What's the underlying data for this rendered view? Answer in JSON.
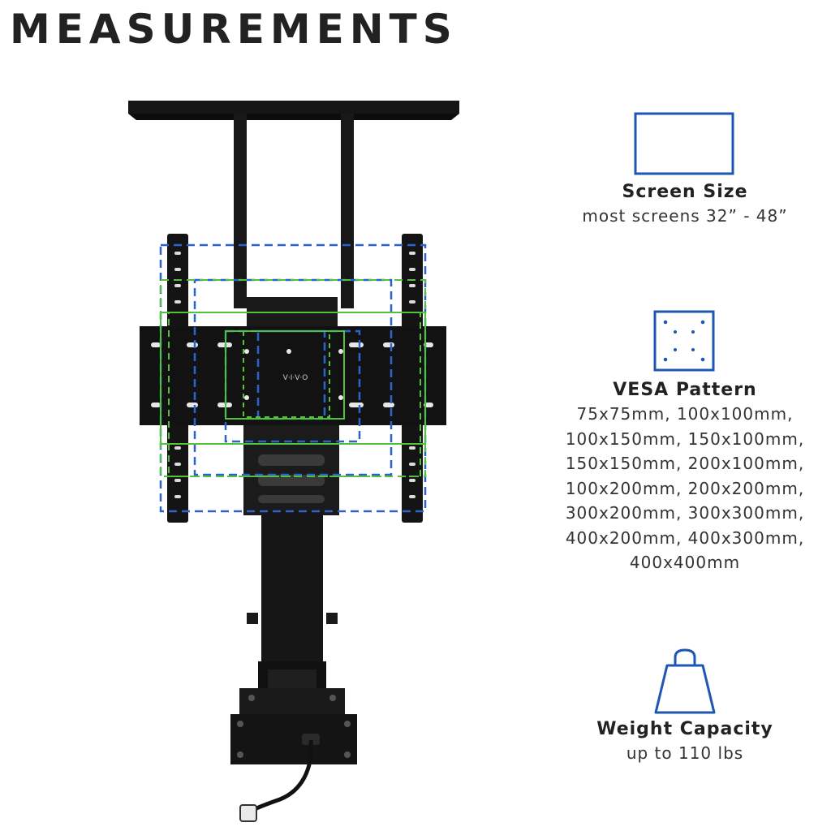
{
  "title": "MEASUREMENTS",
  "product": {
    "logo_text": "V·I·V·O"
  },
  "specs": {
    "screen_size": {
      "icon": "screen-icon",
      "heading": "Screen Size",
      "text": "most screens 32” - 48”"
    },
    "vesa": {
      "icon": "vesa-pattern-icon",
      "heading": "VESA Pattern",
      "lines": [
        "75x75mm, 100x100mm,",
        "100x150mm, 150x100mm,",
        "150x150mm, 200x100mm,",
        "100x200mm, 200x200mm,",
        "300x200mm, 300x300mm,",
        "400x200mm, 400x300mm,",
        "400x400mm"
      ]
    },
    "weight": {
      "icon": "weight-icon",
      "heading": "Weight Capacity",
      "text": "up to 110 lbs"
    }
  },
  "colors": {
    "accent_blue": "#1e56b3",
    "guide_blue": "#2a63c9",
    "guide_green": "#52c23a",
    "mount_black": "#151515"
  }
}
